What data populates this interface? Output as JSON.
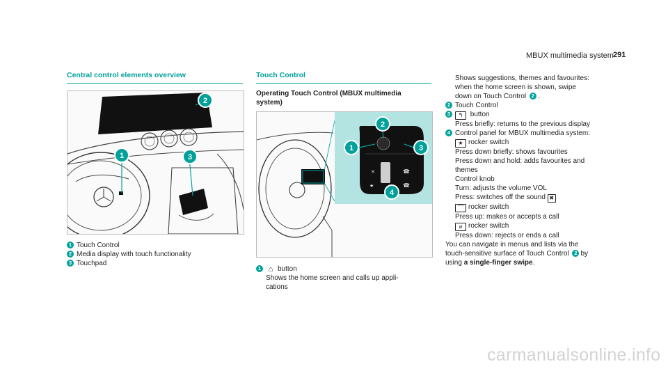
{
  "header": {
    "running_title": "MBUX multimedia system",
    "page_number": "291"
  },
  "left": {
    "title": "Central control elements overview",
    "figure_callouts": [
      "1",
      "2",
      "3"
    ],
    "legend": [
      {
        "num": "1",
        "text": "Touch Control"
      },
      {
        "num": "2",
        "text": "Media display with touch functionality"
      },
      {
        "num": "3",
        "text": "Touchpad"
      }
    ]
  },
  "middle": {
    "title": "Touch Control",
    "subtitle_line1": "Operating Touch Control (MBUX multimedia",
    "subtitle_line2": "system)",
    "figure_callouts": [
      "1",
      "2",
      "3",
      "4"
    ],
    "item1": {
      "num": "1",
      "label": "button",
      "line1": "Shows the home screen and calls up appli-",
      "line2": "cations"
    }
  },
  "right": {
    "cont_line1": "Shows suggestions, themes and favourites:",
    "cont_line2": "when the home screen is shown, swipe",
    "cont_line3a": "down on Touch Control",
    "cont_line3_num": "2",
    "cont_line3b": ".",
    "item2": {
      "num": "2",
      "text": "Touch Control"
    },
    "item3": {
      "num": "3",
      "label": "button",
      "desc": "Press briefly: returns to the previous display"
    },
    "item4": {
      "num": "4",
      "text": "Control panel for MBUX multimedia system:",
      "lines": [
        "rocker switch",
        "Press down briefly: shows favourites",
        "Press down and hold: adds favourites and",
        "themes",
        "Control knob",
        "Turn: adjusts the volume VOL",
        "Press: switches off the sound",
        "rocker switch",
        "Press up: makes or accepts a call",
        "rocker switch",
        "Press down: rejects or ends a call"
      ]
    },
    "nav_line1": "You can navigate in menus and lists via the",
    "nav_line2a": "touch-sensitive surface of Touch Control",
    "nav_line2_num": "2",
    "nav_line2b": "by",
    "nav_line3a": "using",
    "nav_line3_bold": "a single-finger swipe",
    "nav_line3b": "."
  },
  "footer": {
    "watermark": "carmanualsonline.info"
  }
}
